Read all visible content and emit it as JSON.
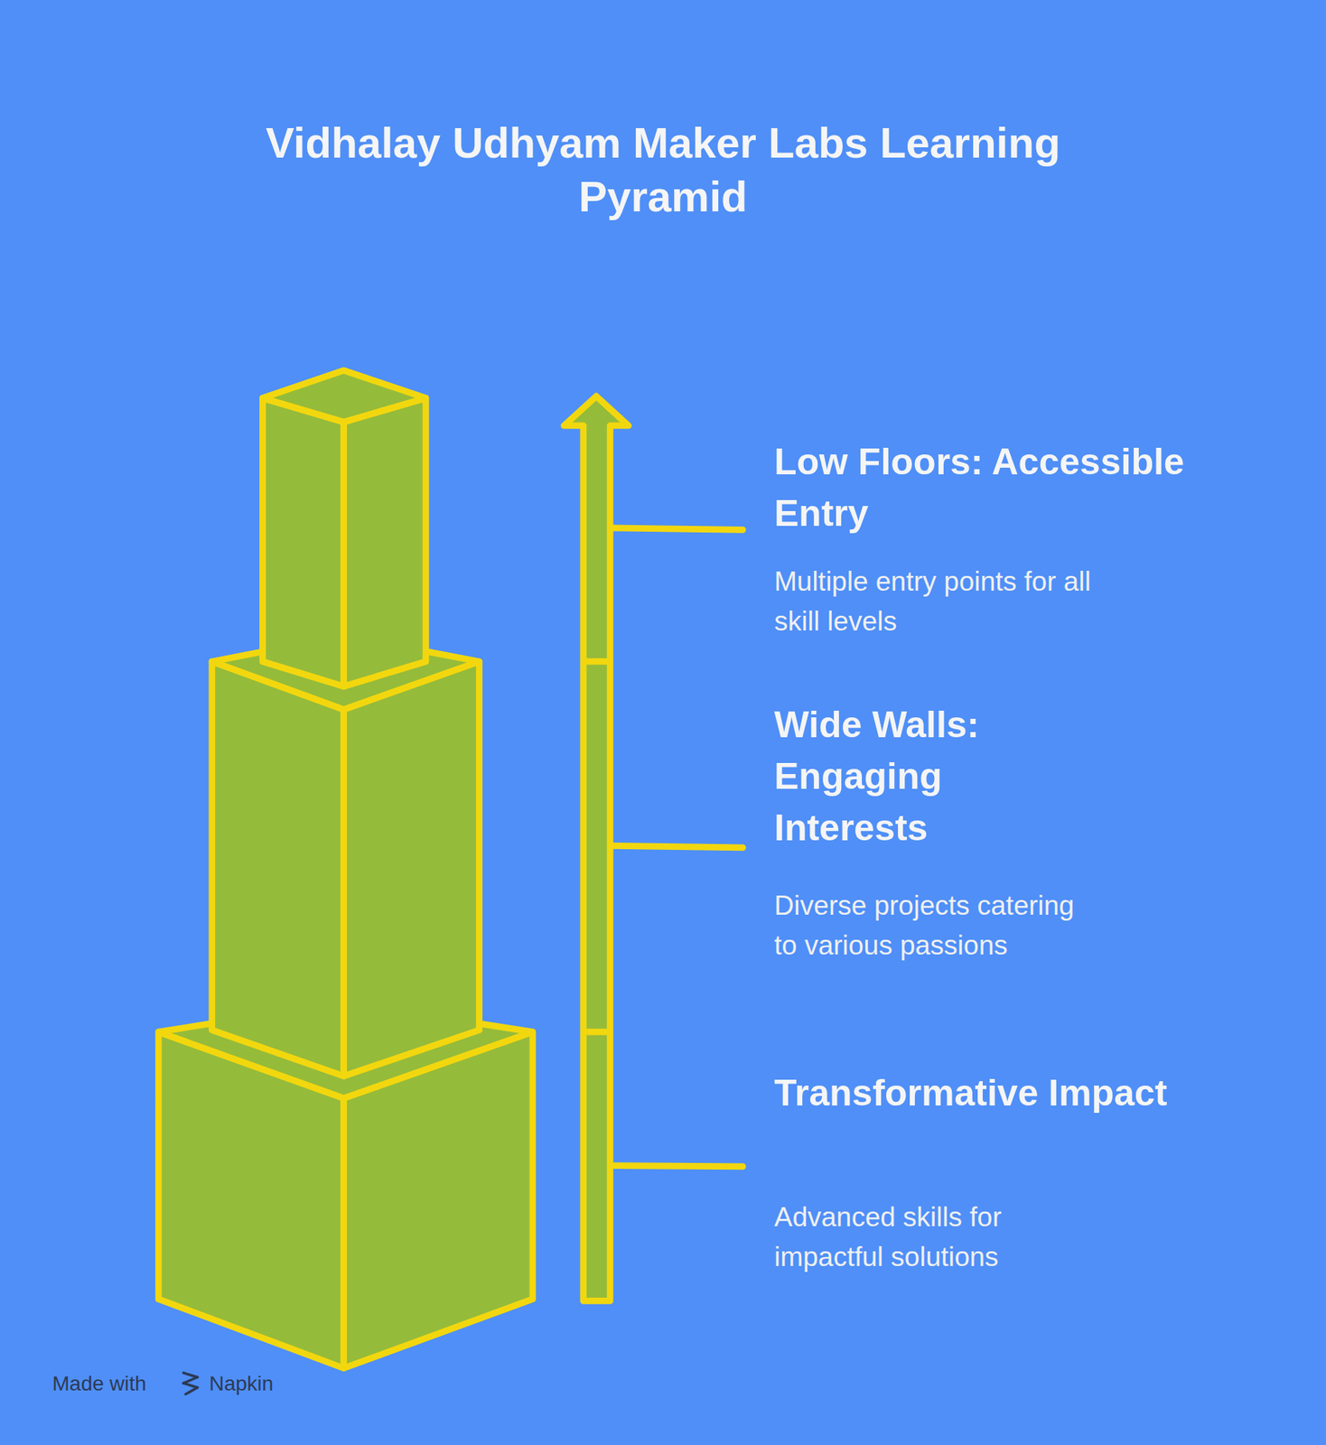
{
  "diagram": {
    "title": "Vidhalay Udhyam Maker Labs Learning Pyramid",
    "labels": [
      "Low Floors: Accessible Entry",
      "Multiple entry points for all skill levels",
      "Wide Walls: Engaging Interests",
      "Diverse projects catering to various passions",
      "Transformative Impact",
      "Advanced skills for impactful solutions",
      "Made with",
      "Napkin"
    ]
  }
}
